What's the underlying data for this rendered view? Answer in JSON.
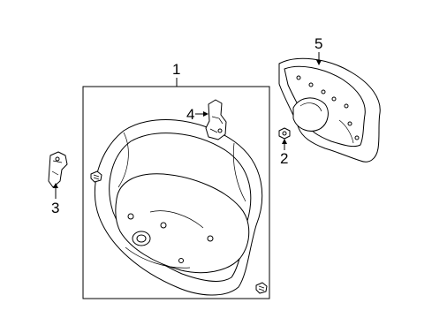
{
  "callouts": {
    "c1": "1",
    "c2": "2",
    "c3": "3",
    "c4": "4",
    "c5": "5"
  },
  "parts": [
    {
      "callout": "1",
      "icon": "steering-wheel-assembly-icon"
    },
    {
      "callout": "2",
      "icon": "nut-icon"
    },
    {
      "callout": "3",
      "icon": "switch-icon"
    },
    {
      "callout": "4",
      "icon": "switch-icon"
    },
    {
      "callout": "5",
      "icon": "airbag-module-icon"
    }
  ],
  "colors": {
    "line": "#000000",
    "background": "#ffffff"
  }
}
